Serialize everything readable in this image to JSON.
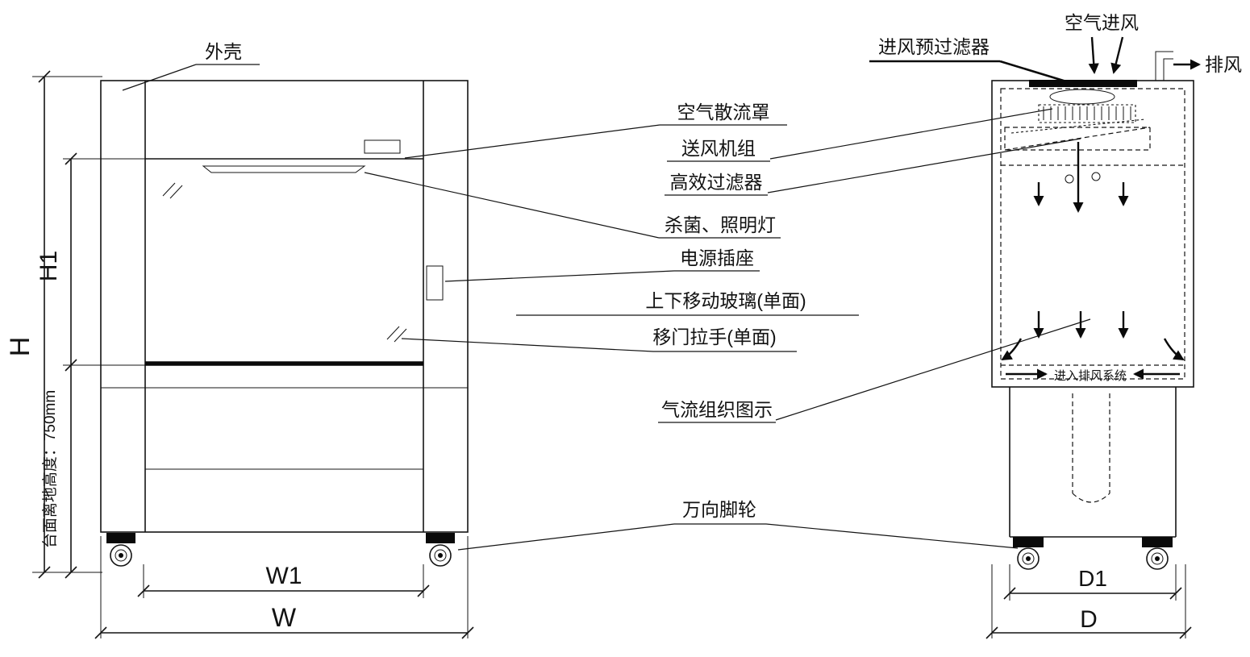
{
  "callouts": {
    "outer_shell": "外壳",
    "air_diffuser": "空气散流罩",
    "supply_fan_unit": "送风机组",
    "hepa_filter": "高效过滤器",
    "uv_lighting_lamp": "杀菌、照明灯",
    "power_socket": "电源插座",
    "sliding_glass": "上下移动玻璃(单面)",
    "door_handle": "移门拉手(单面)",
    "airflow_diagram": "气流组织图示",
    "casters": "万向脚轮"
  },
  "front_view": {
    "labels": {
      "table_height": "台面离地高度：750mm"
    },
    "dimensions": {
      "h": "H",
      "h1": "H1",
      "w": "W",
      "w1": "W1"
    }
  },
  "side_view": {
    "labels": {
      "inlet_prefilter": "进风预过滤器",
      "air_inlet": "空气进风",
      "exhaust": "排风",
      "enter_exhaust_system": "进入排风系统"
    },
    "dimensions": {
      "d": "D",
      "d1": "D1"
    }
  }
}
